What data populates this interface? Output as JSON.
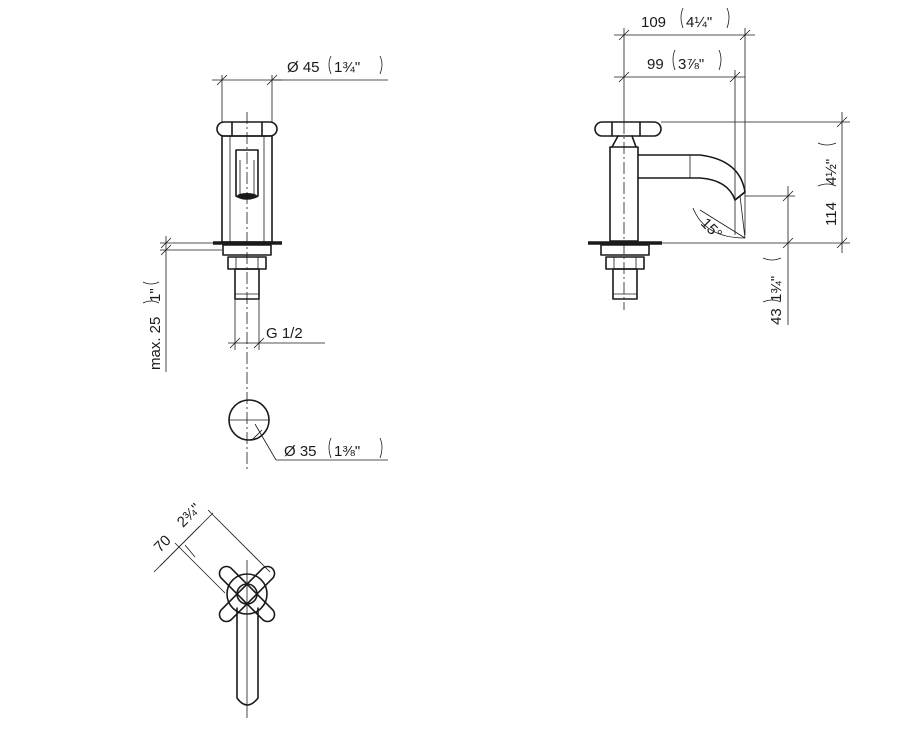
{
  "front_view": {
    "dim_handle_diameter": "Ø 45",
    "dim_handle_diameter_inch": "1¾\"",
    "dim_max_length": "max. 25",
    "dim_max_length_inch": "1\"",
    "thread_label": "G 1/2"
  },
  "base_circle": {
    "dim_diameter": "Ø 35",
    "dim_diameter_inch": "1⅜\""
  },
  "top_view": {
    "dim_handle_span": "70",
    "dim_handle_span_inch": "2¾\""
  },
  "side_view": {
    "dim_overall_reach": "109",
    "dim_overall_reach_inch": "4¼\"",
    "dim_spout_reach": "99",
    "dim_spout_reach_inch": "3⅞\"",
    "dim_height": "114",
    "dim_height_inch": "4½\"",
    "dim_spout_height": "43",
    "dim_spout_height_inch": "1¾\"",
    "angle_label": "15°"
  }
}
